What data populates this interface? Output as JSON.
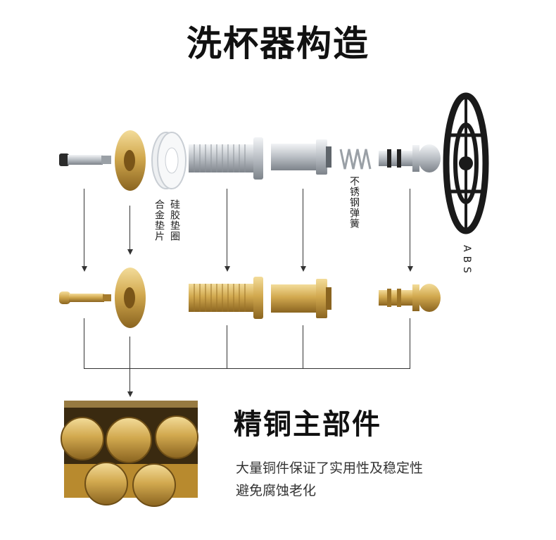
{
  "title": "洗杯器构造",
  "labels": {
    "silicone_gasket": "硅胶垫圈",
    "alloy_gasket": "合金垫片",
    "stainless_spring": "不锈钢弹簧",
    "abs": "ABS"
  },
  "feature": {
    "heading": "精铜主部件",
    "desc_line1": "大量铜件保证了实用性及稳定性",
    "desc_line2": "避免腐蚀老化"
  },
  "colors": {
    "brass": "#c9a24a",
    "chrome": "#c8ccd0",
    "black": "#1a1a1a"
  }
}
